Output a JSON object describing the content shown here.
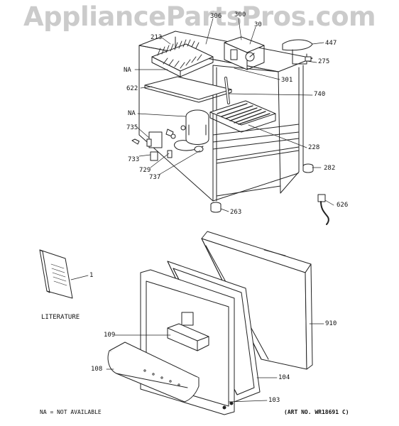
{
  "watermark": "AppliancePartsPros.com",
  "callouts": [
    {
      "id": "306",
      "label": "306"
    },
    {
      "id": "300",
      "label": "300"
    },
    {
      "id": "30x",
      "label": "30"
    },
    {
      "id": "213",
      "label": "213"
    },
    {
      "id": "447",
      "label": "447"
    },
    {
      "id": "275",
      "label": "275"
    },
    {
      "id": "na1",
      "label": "NA"
    },
    {
      "id": "301",
      "label": "301"
    },
    {
      "id": "622",
      "label": "622"
    },
    {
      "id": "740",
      "label": "740"
    },
    {
      "id": "na2",
      "label": "NA"
    },
    {
      "id": "735",
      "label": "735"
    },
    {
      "id": "228",
      "label": "228"
    },
    {
      "id": "733",
      "label": "733"
    },
    {
      "id": "282",
      "label": "282"
    },
    {
      "id": "729",
      "label": "729"
    },
    {
      "id": "737",
      "label": "737"
    },
    {
      "id": "263",
      "label": "263"
    },
    {
      "id": "626",
      "label": "626"
    },
    {
      "id": "lit1",
      "label": "1"
    },
    {
      "id": "910",
      "label": "910"
    },
    {
      "id": "109",
      "label": "109"
    },
    {
      "id": "108",
      "label": "108"
    },
    {
      "id": "104",
      "label": "104"
    },
    {
      "id": "103",
      "label": "103"
    }
  ],
  "literature_label": "LITERATURE",
  "footer_left": "NA = NOT AVAILABLE",
  "footer_right": "(ART NO. WR18691 C)"
}
